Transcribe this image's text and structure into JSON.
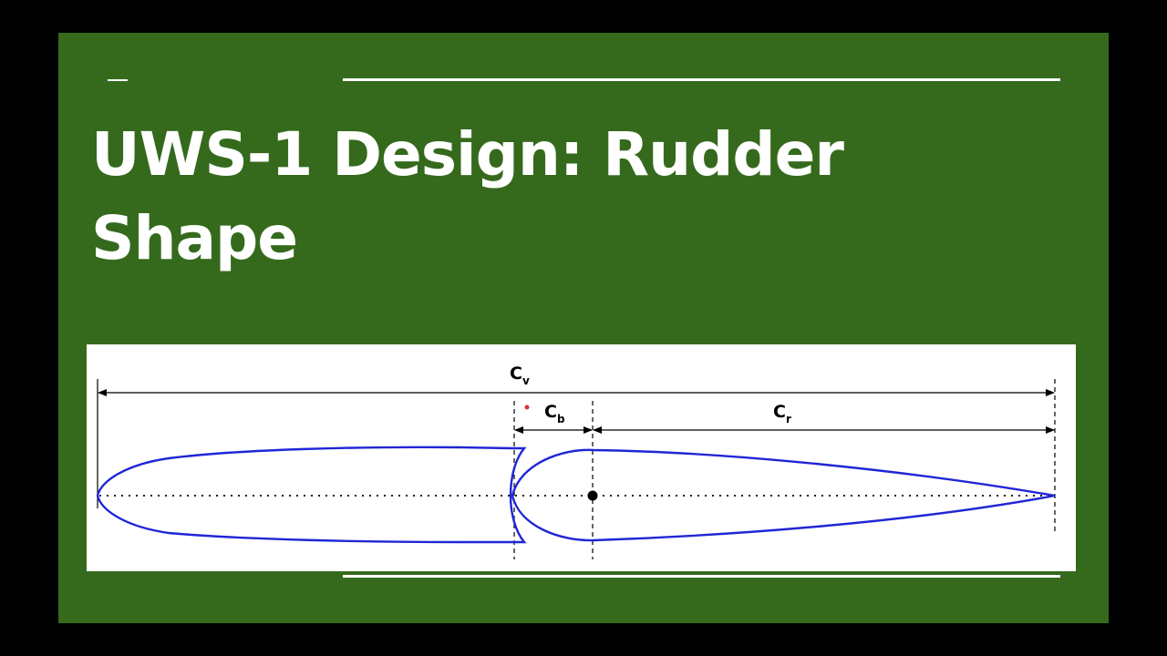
{
  "slide": {
    "title": "UWS-1 Design: Rudder Shape"
  },
  "figure": {
    "dimensions": [
      {
        "symbol": "C",
        "subscript": "v"
      },
      {
        "symbol": "C",
        "subscript": "b"
      },
      {
        "symbol": "C",
        "subscript": "r"
      }
    ]
  },
  "colors": {
    "background": "#000000",
    "slide": "#356a1d",
    "outline": "#1f26d6",
    "marker": "#e03030"
  }
}
